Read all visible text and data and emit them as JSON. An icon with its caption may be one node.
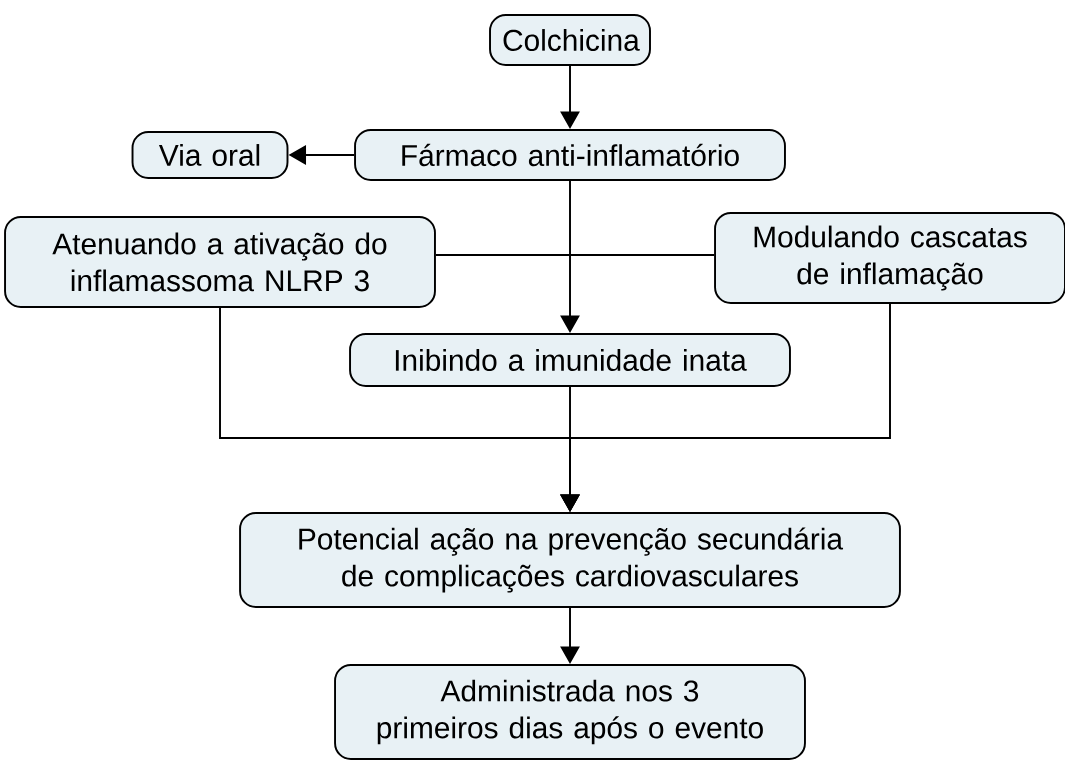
{
  "diagram": {
    "nodes": [
      {
        "text": [
          "Colchicina"
        ]
      },
      {
        "text": [
          "Fármaco anti-inflamatório"
        ]
      },
      {
        "text": [
          "Via oral"
        ]
      },
      {
        "text": [
          "Atenuando a ativação do inflamassoma NLRP 3"
        ]
      },
      {
        "text": [
          "Modulando cascatas de inflamação"
        ]
      },
      {
        "text": [
          "Inibindo a imunidade inata"
        ]
      },
      {
        "text": [
          "Potencial ação na prevenção secundária de complicações cardiovasculares"
        ]
      },
      {
        "text": [
          "Administrada nos 3 primeiros dias após o evento"
        ]
      }
    ],
    "edges": [
      {
        "from": 0,
        "to": 1,
        "arrow": "to"
      },
      {
        "from": 1,
        "to": 2,
        "arrow": "to"
      },
      {
        "from": 1,
        "to": 5,
        "arrow": "to"
      },
      {
        "from": 3,
        "to": 4,
        "arrow": "none"
      },
      {
        "from": 3,
        "to": 6,
        "arrow": "to"
      },
      {
        "from": 5,
        "to": 6,
        "arrow": "to"
      },
      {
        "from": 4,
        "to": 6,
        "arrow": "to"
      },
      {
        "from": 6,
        "to": 7,
        "arrow": "to"
      }
    ]
  }
}
